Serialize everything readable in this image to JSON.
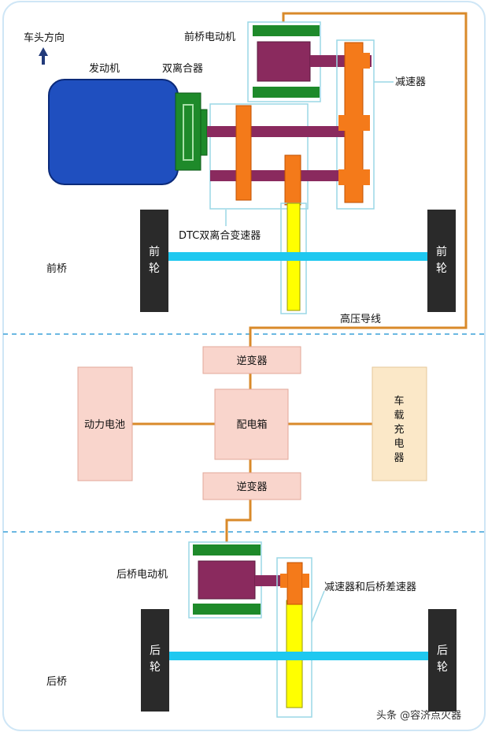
{
  "labels": {
    "direction": "车头方向",
    "engine": "发动机",
    "dual_clutch": "双离合器",
    "front_motor": "前桥电动机",
    "reducer": "减速器",
    "dtc": "DTC双离合变速器",
    "front_axle": "前桥",
    "hv_wire": "高压导线",
    "inverter_top": "逆变器",
    "battery": "动力电池",
    "distribution_box": "配电箱",
    "charger": "车载充电器",
    "inverter_bottom": "逆变器",
    "rear_motor": "后桥电动机",
    "rear_reducer": "减速器和后桥差速器",
    "rear_axle": "后桥",
    "watermark": "头条 @容济点火器"
  },
  "wheels": {
    "front": "前轮",
    "rear": "后轮"
  },
  "colors": {
    "engine_blue": "#1f4fbf",
    "green": "#1e8a2a",
    "purple": "#8a2a5e",
    "orange": "#f47a1a",
    "yellow": "#ffff00",
    "cyan": "#1ec8f0",
    "wire": "#d98a2a",
    "pink_box": "#f9d5cc",
    "cream_box": "#fbe8c8",
    "wheel": "#2a2a2a"
  }
}
